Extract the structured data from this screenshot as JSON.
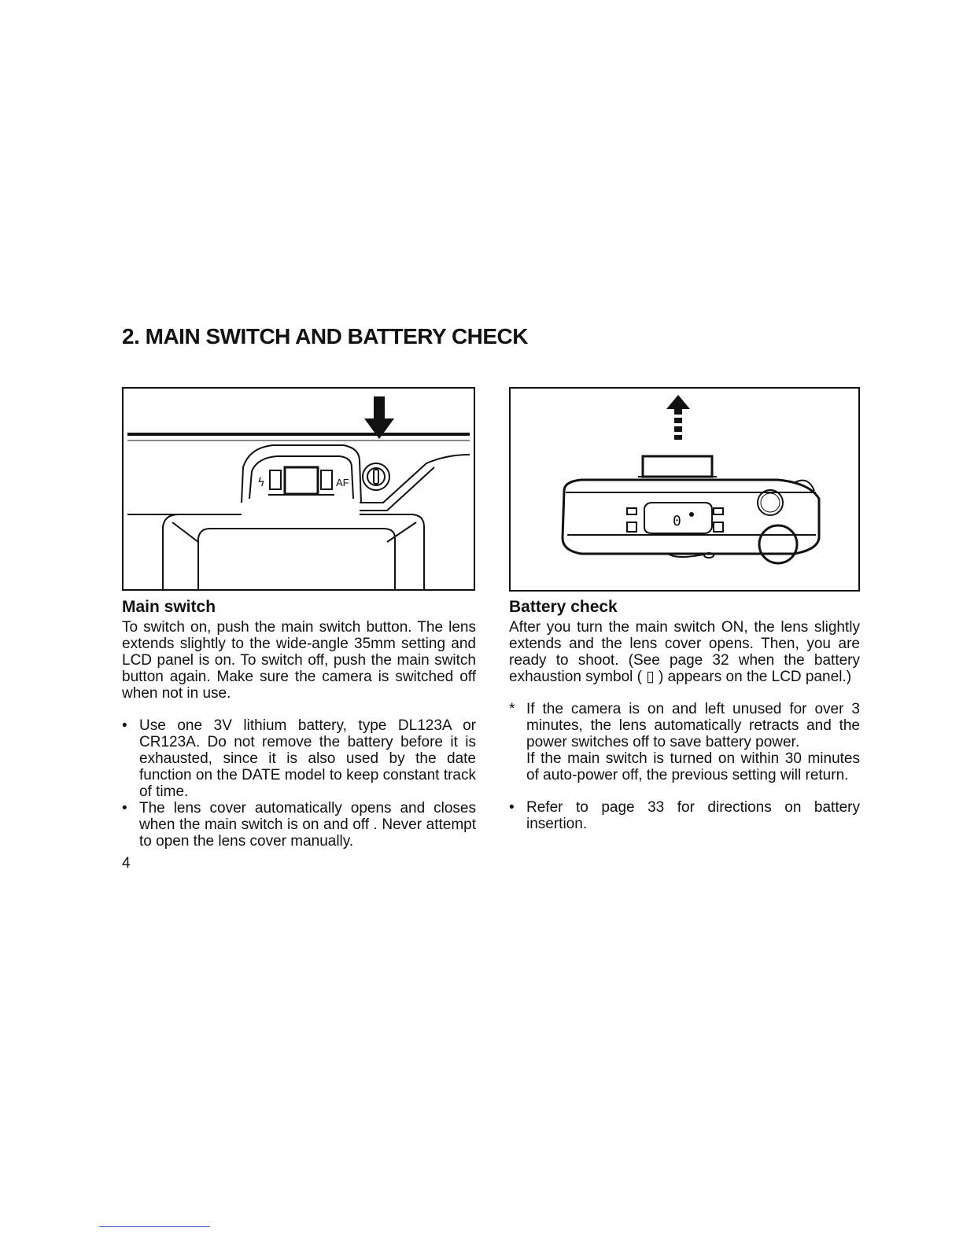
{
  "page": {
    "title": "2. MAIN SWITCH AND BATTERY CHECK",
    "page_number": "4"
  },
  "figure_left": {
    "lcd_label": "AF"
  },
  "main_switch": {
    "heading": "Main switch",
    "body": "To switch on, push the main switch button. The lens extends slightly to the wide-angle 35mm setting and LCD panel is on. To switch off, push the main switch button again. Make sure the camera is switched off when not in use.",
    "bullets": [
      {
        "marker": "•",
        "text": "Use one 3V lithium battery, type DL123A or CR123A. Do not remove the battery before it is exhausted, since it is also used by the date function on the DATE model to keep constant track of time."
      },
      {
        "marker": "•",
        "text": "The lens cover automatically opens and closes when the main switch is on and off . Never attempt to open the lens cover manually."
      }
    ]
  },
  "battery_check": {
    "heading": "Battery check",
    "body": "After you turn the main switch ON, the lens slightly extends and the lens cover opens. Then, you are ready to shoot. (See page 32 when the battery exhaustion symbol ( ▯ ) appears on the LCD panel.)",
    "notes": [
      {
        "marker": "*",
        "text": "If the camera is on and left unused for over 3 minutes, the lens automatically retracts and the power switches off to save battery power.",
        "text2": "If the main switch is turned on within 30 minutes of auto-power off, the previous setting will return."
      },
      {
        "marker": "•",
        "text": "Refer to page 33 for directions on battery insertion."
      }
    ]
  }
}
